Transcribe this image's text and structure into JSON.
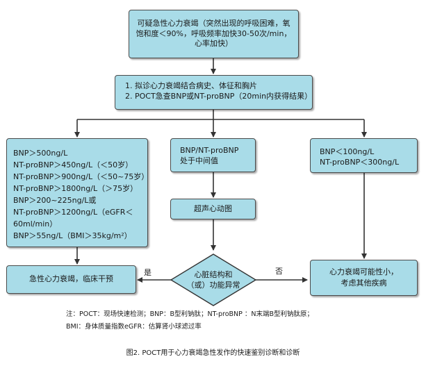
{
  "nodes": {
    "suspect": {
      "lines": [
        "可疑急性心力衰竭（突然出现的呼吸困难，氧",
        "饱和度＜90%，呼吸频率加快30-50次/min，",
        "心率加快）"
      ]
    },
    "assess": {
      "lines": [
        "1. 拟诊心力衰竭结合病史、体征和胸片",
        "2. POCT急查BNP或NT-proBNP（20min内获得结果）"
      ]
    },
    "high": {
      "lines": [
        "BNP＞500ng/L",
        "NT-proBNP＞450ng/L（＜50岁）",
        "NT-proBNP＞900ng/L（＜50~75岁）",
        "NT-proBNP＞1800ng/L（＞75岁）",
        "BNP＞200~225ng/L或",
        "NT-proBNP＞1200ng/L（eGFR＜",
        "60ml/min）",
        "BNP＞55ng/L（BMI＞35kg/m²）"
      ]
    },
    "middle": {
      "lines": [
        "BNP/NT-proBNP",
        "处于中间值"
      ]
    },
    "low": {
      "lines": [
        "BNP＜100ng/L",
        "NT-proBNP＜300ng/L"
      ]
    },
    "echo": {
      "label": "超声心动图"
    },
    "decision": {
      "lines": [
        "心脏结构和",
        "（或）功能异常"
      ]
    },
    "ahf": {
      "label": "急性心力衰竭，临床干预"
    },
    "unlikely": {
      "lines": [
        "心力衰竭可能性小，",
        "考虑其他疾病"
      ]
    }
  },
  "edges": {
    "yes": "是",
    "no": "否"
  },
  "note": {
    "line1": "注：POCT：现场快速检测；BNP：B型利钠肽；NT-proBNP ：N末端B型利钠肽原；",
    "line2": "BMI：身体质量指数eGFR：估算肾小球滤过率"
  },
  "caption": "图2. POCT用于心力衰竭急性发作的快速鉴别诊断和诊断",
  "colors": {
    "box_fill": "#a9dce8",
    "stroke": "#333333"
  }
}
